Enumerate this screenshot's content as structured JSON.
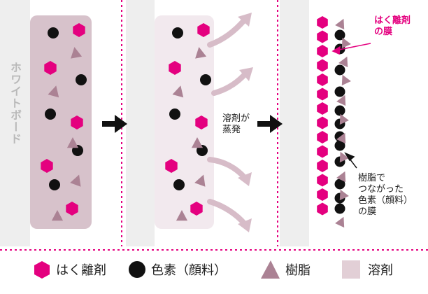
{
  "colors": {
    "release_agent": "#e4007f",
    "pigment": "#111111",
    "resin": "#ab8294",
    "solvent_dark": "#d7c2cb",
    "solvent_light": "#f2e9ee",
    "whiteboard": "#eeeeee",
    "divider": "#e4007f"
  },
  "whiteboard_label": "ホワイトボード",
  "stage2": {
    "label_line1": "溶剤が",
    "label_line2": "蒸発"
  },
  "stage3": {
    "release_film_line1": "はく離剤",
    "release_film_line2": "の膜",
    "pigment_film_line1": "樹脂で",
    "pigment_film_line2": "つながった",
    "pigment_film_line3": "色素（顔料）",
    "pigment_film_line4": "の膜"
  },
  "legend": {
    "release_agent": "はく離剤",
    "pigment": "色素（顔料）",
    "resin": "樹脂",
    "solvent": "溶剤"
  },
  "icons": [
    "hexagon-icon",
    "circle-icon",
    "triangle-icon",
    "square-icon",
    "arrow-right-icon",
    "evaporation-arrow-icon"
  ]
}
